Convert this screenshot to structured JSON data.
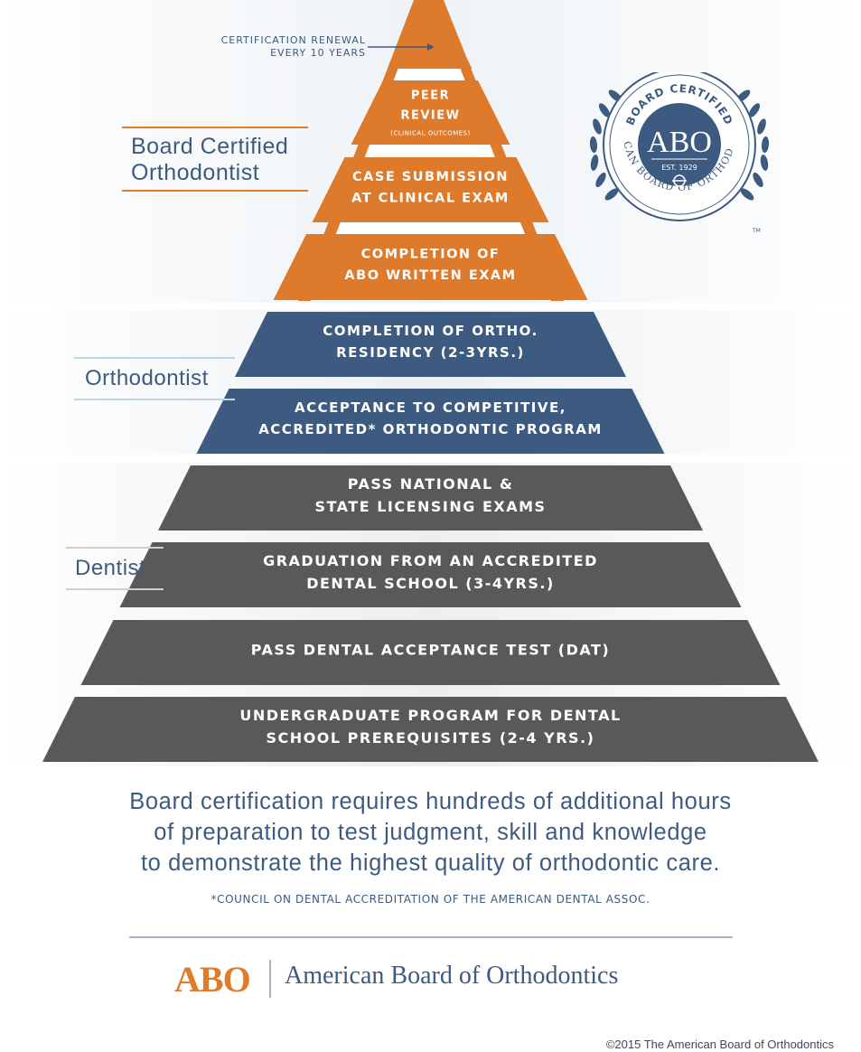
{
  "renewal": {
    "line1": "CERTIFICATION RENEWAL",
    "line2": "EVERY 10 YEARS"
  },
  "levels": {
    "board_line1": "Board Certified",
    "board_line2": "Orthodontist",
    "orthodontist": "Orthodontist",
    "dentist": "Dentist"
  },
  "tiers": [
    {
      "lines": [
        ""
      ],
      "group": "board"
    },
    {
      "lines": [
        "PEER",
        "REVIEW"
      ],
      "sub": "(CLINICAL OUTCOMES)",
      "group": "board"
    },
    {
      "lines": [
        "CASE SUBMISSION",
        "AT CLINICAL EXAM"
      ],
      "group": "board"
    },
    {
      "lines": [
        "COMPLETION OF",
        "ABO WRITTEN EXAM"
      ],
      "group": "board"
    },
    {
      "lines": [
        "COMPLETION OF ORTHO.",
        "RESIDENCY (2-3YRS.)"
      ],
      "group": "ortho"
    },
    {
      "lines": [
        "ACCEPTANCE TO COMPETITIVE,",
        "ACCREDITED* ORTHODONTIC PROGRAM"
      ],
      "group": "ortho"
    },
    {
      "lines": [
        "PASS NATIONAL &",
        "STATE LICENSING EXAMS"
      ],
      "group": "dentist"
    },
    {
      "lines": [
        "GRADUATION FROM AN ACCREDITED",
        "DENTAL SCHOOL (3-4YRS.)"
      ],
      "group": "dentist"
    },
    {
      "lines": [
        "PASS DENTAL ACCEPTANCE TEST (DAT)"
      ],
      "group": "dentist"
    },
    {
      "lines": [
        "UNDERGRADUATE PROGRAM FOR DENTAL",
        "SCHOOL PREREQUISITES (2-4 YRS.)"
      ],
      "group": "dentist"
    }
  ],
  "colors": {
    "board": "#de7a2c",
    "ortho": "#3d5a80",
    "dentist": "#58595b",
    "accent": "#e07b2a",
    "text": "#3d5a80"
  },
  "seal": {
    "top_text": "BOARD CERTIFIED",
    "bottom_text": "AMERICAN BOARD OF ORTHODONTICS",
    "monogram": "ABO",
    "est": "EST. 1929",
    "tm": "TM"
  },
  "statement": {
    "line1": "Board certification requires hundreds of additional hours",
    "line2": "of preparation to test judgment, skill and knowledge",
    "line3": "to demonstrate the highest quality of orthodontic care."
  },
  "footnote": "*COUNCIL ON DENTAL ACCREDITATION OF THE AMERICAN DENTAL ASSOC.",
  "logo": {
    "mark": "ABO",
    "name": "American Board of Orthodontics"
  },
  "copyright": "©2015 The American Board of Orthodontics"
}
